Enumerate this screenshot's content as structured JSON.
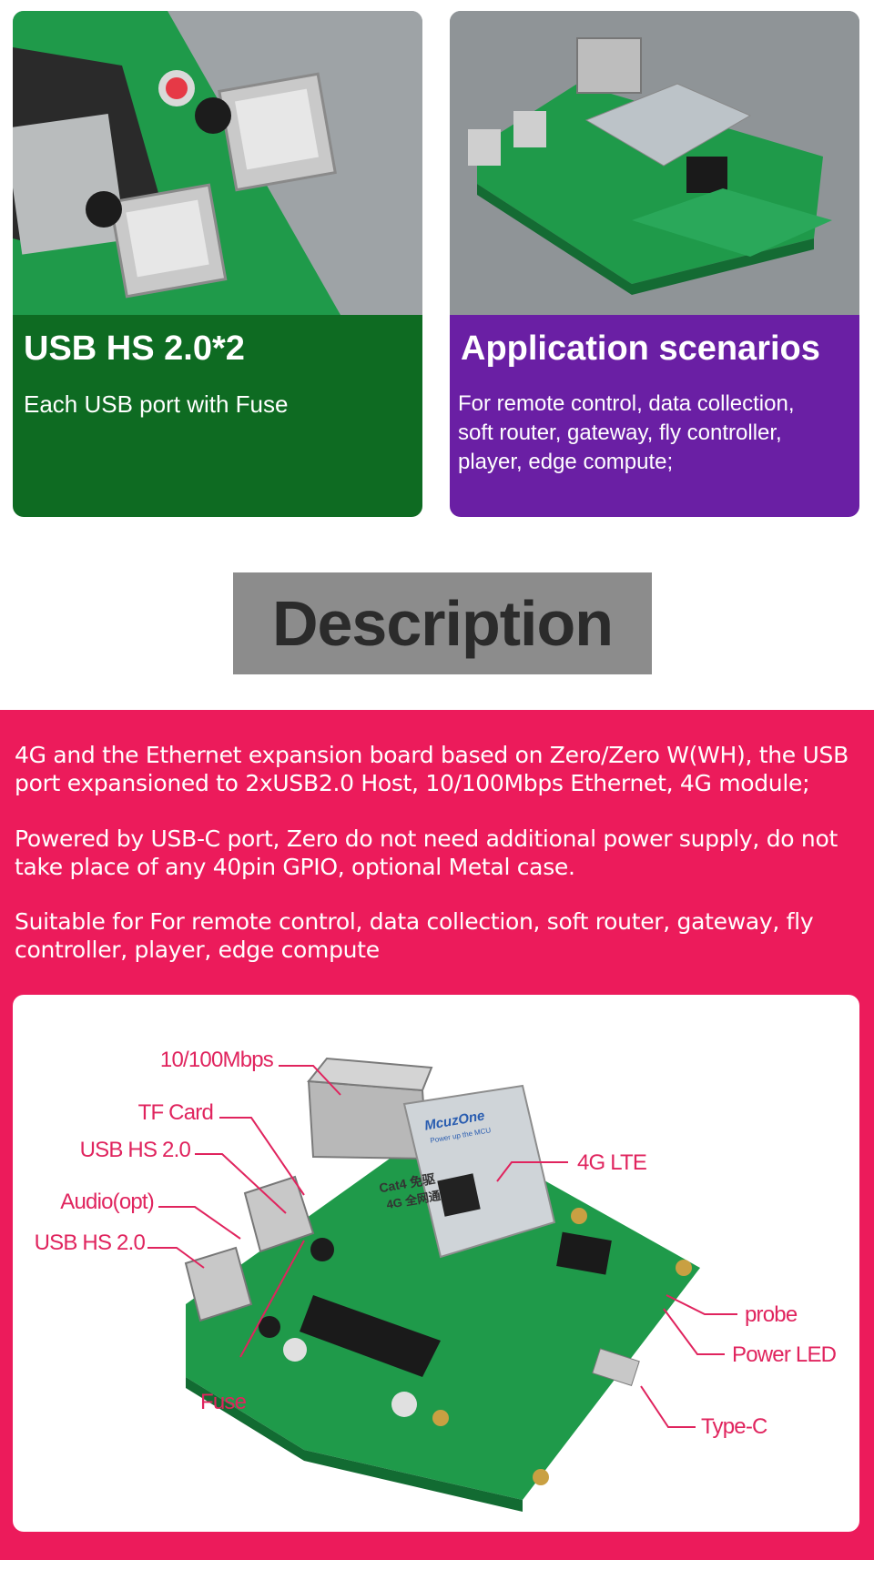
{
  "cards": [
    {
      "title": "USB HS 2.0*2",
      "text": "Each USB port with Fuse"
    },
    {
      "title": "Application scenarios",
      "text": "For remote control, data collection,\nsoft router, gateway, fly controller,\n player, edge compute;"
    }
  ],
  "description": {
    "heading": "Description",
    "paragraphs": [
      "4G and the Ethernet expansion board based on Zero/Zero W(WH), the USB port expansioned to 2xUSB2.0 Host, 10/100Mbps Ethernet, 4G module;",
      "Powered by USB-C port, Zero do not need additional power supply, do not take place of any 40pin GPIO, optional Metal case.",
      "Suitable for For remote control, data collection, soft router, gateway, fly controller, player, edge compute"
    ]
  },
  "diagram": {
    "labels": {
      "ethernet": "10/100Mbps",
      "tf_card": "TF Card",
      "usb_top": "USB HS 2.0",
      "audio": "Audio(opt)",
      "usb_bottom": "USB HS 2.0",
      "fuse": "Fuse",
      "lte": "4G LTE",
      "probe": "probe",
      "power_led": "Power LED",
      "type_c": "Type-C"
    },
    "module_brand": "McuzOne",
    "module_sub": "Power up the MCU",
    "module_text1": "Cat4 免驱",
    "module_text2": "4G 全网通",
    "colors": {
      "pink": "#ec1b5b",
      "label": "#e0245e",
      "pcb": "#1f9a4a"
    }
  }
}
